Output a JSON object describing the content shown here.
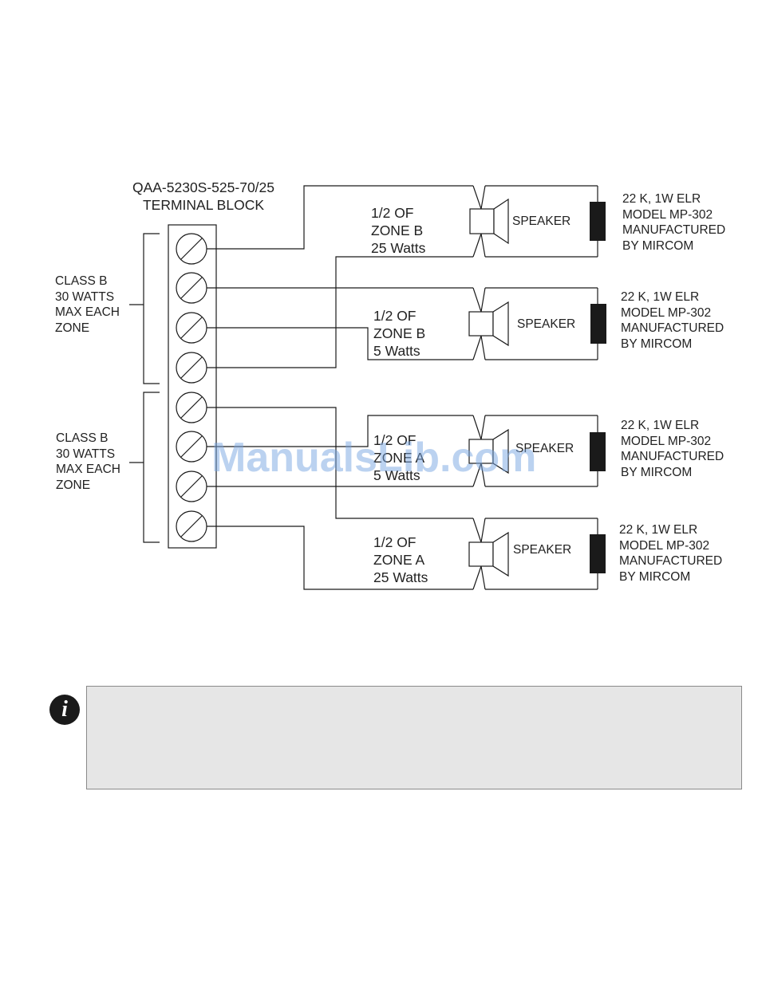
{
  "terminal_block": {
    "lines": [
      "QAA-5230S-525-70/25",
      "TERMINAL BLOCK"
    ]
  },
  "class_labels": [
    {
      "lines": [
        "CLASS B",
        "30 WATTS",
        "MAX EACH",
        "ZONE"
      ]
    },
    {
      "lines": [
        "CLASS B",
        "30 WATTS",
        "MAX EACH",
        "ZONE"
      ]
    }
  ],
  "zones": [
    {
      "lines": [
        "1/2 OF",
        "ZONE B",
        "25 Watts"
      ]
    },
    {
      "lines": [
        "1/2 OF",
        "ZONE B",
        "5 Watts"
      ]
    },
    {
      "lines": [
        "1/2 OF",
        "ZONE A",
        "5 Watts"
      ]
    },
    {
      "lines": [
        "1/2 OF",
        "ZONE A",
        "25 Watts"
      ]
    }
  ],
  "speaker_label": "SPEAKER",
  "elr": {
    "lines": [
      "22 K, 1W ELR",
      "MODEL MP-302",
      "MANUFACTURED",
      "BY MIRCOM"
    ]
  },
  "watermark": "ManualsLib.com",
  "note": {
    "icon": "info-icon",
    "text": ""
  }
}
